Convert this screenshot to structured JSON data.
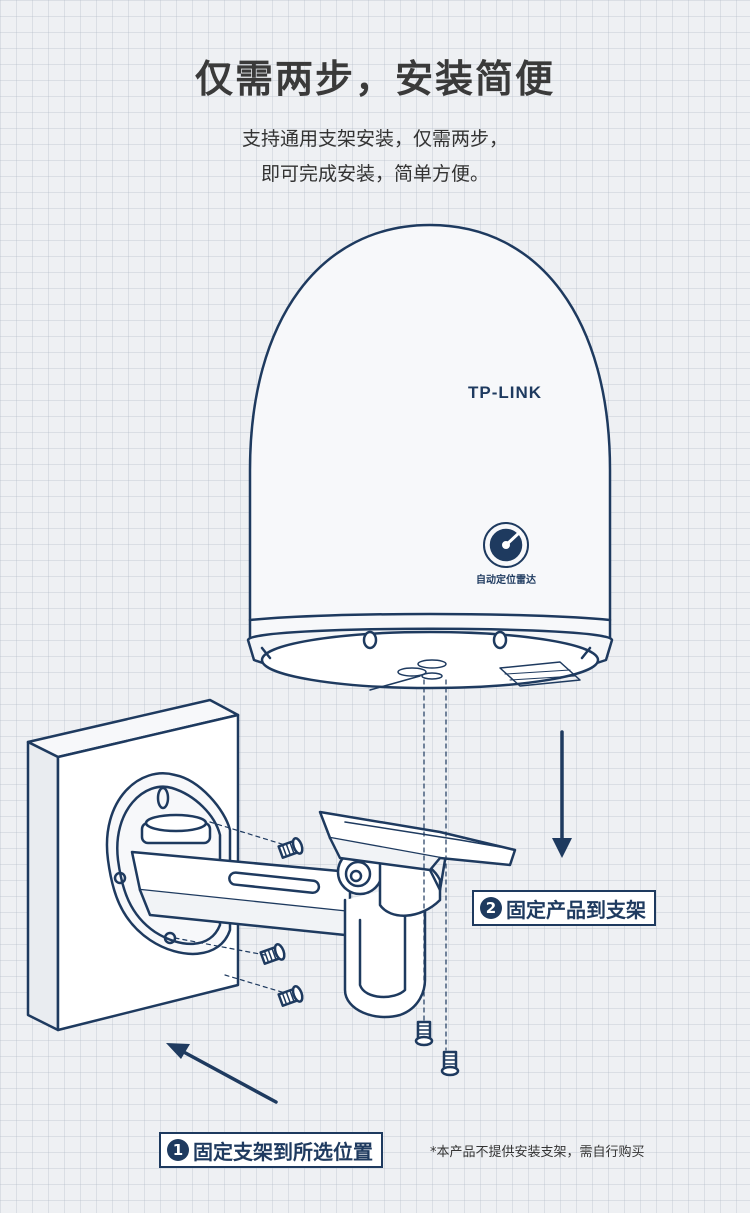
{
  "header": {
    "title": "仅需两步，安装简便",
    "subtitle_line1": "支持通用支架安装，仅需两步，",
    "subtitle_line2": "即可完成安装，简单方便。"
  },
  "product": {
    "brand": "TP-LINK",
    "badge_label": "自动定位雷达"
  },
  "steps": [
    {
      "number": "1",
      "label": "固定支架到所选位置"
    },
    {
      "number": "2",
      "label": "固定产品到支架"
    }
  ],
  "note": "*本产品不提供安装支架，需自行购买",
  "colors": {
    "navy": "#1e3a5f",
    "background": "#eef0f3"
  }
}
